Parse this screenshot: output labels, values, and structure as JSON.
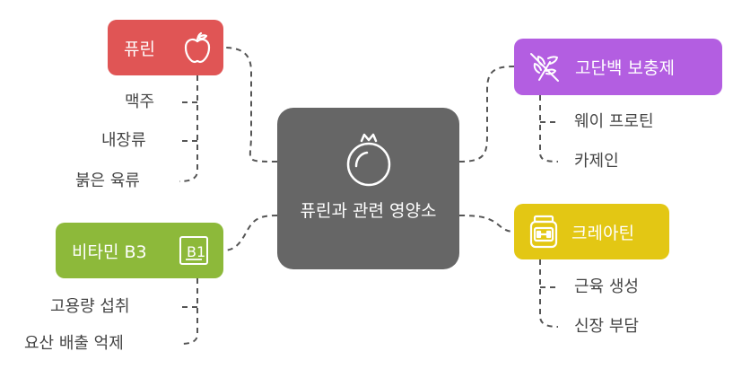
{
  "center": {
    "title": "퓨린과 관련 영양소",
    "icon": "pomegranate-icon"
  },
  "nodes": {
    "purine": {
      "label": "퓨린",
      "icon": "apple-icon",
      "color": "#e05555",
      "items": [
        "맥주",
        "내장류",
        "붉은 육류"
      ]
    },
    "protein": {
      "label": "고단백 보충제",
      "icon": "no-wheat-icon",
      "color": "#b35ee1",
      "items": [
        "웨이 프로틴",
        "카제인"
      ]
    },
    "creatine": {
      "label": "크레아틴",
      "icon": "supplement-jar-icon",
      "color": "#e3c714",
      "items": [
        "근육 생성",
        "신장 부담"
      ]
    },
    "b3": {
      "label": "비타민 B3",
      "icon": "vitamin-b1-icon",
      "icon_text": "B1",
      "color": "#8db93a",
      "items": [
        "고용량 섭취",
        "요산 배출 억제"
      ]
    }
  },
  "colors": {
    "center": "#666666",
    "connector": "#555555",
    "leaf_text": "#444444"
  }
}
